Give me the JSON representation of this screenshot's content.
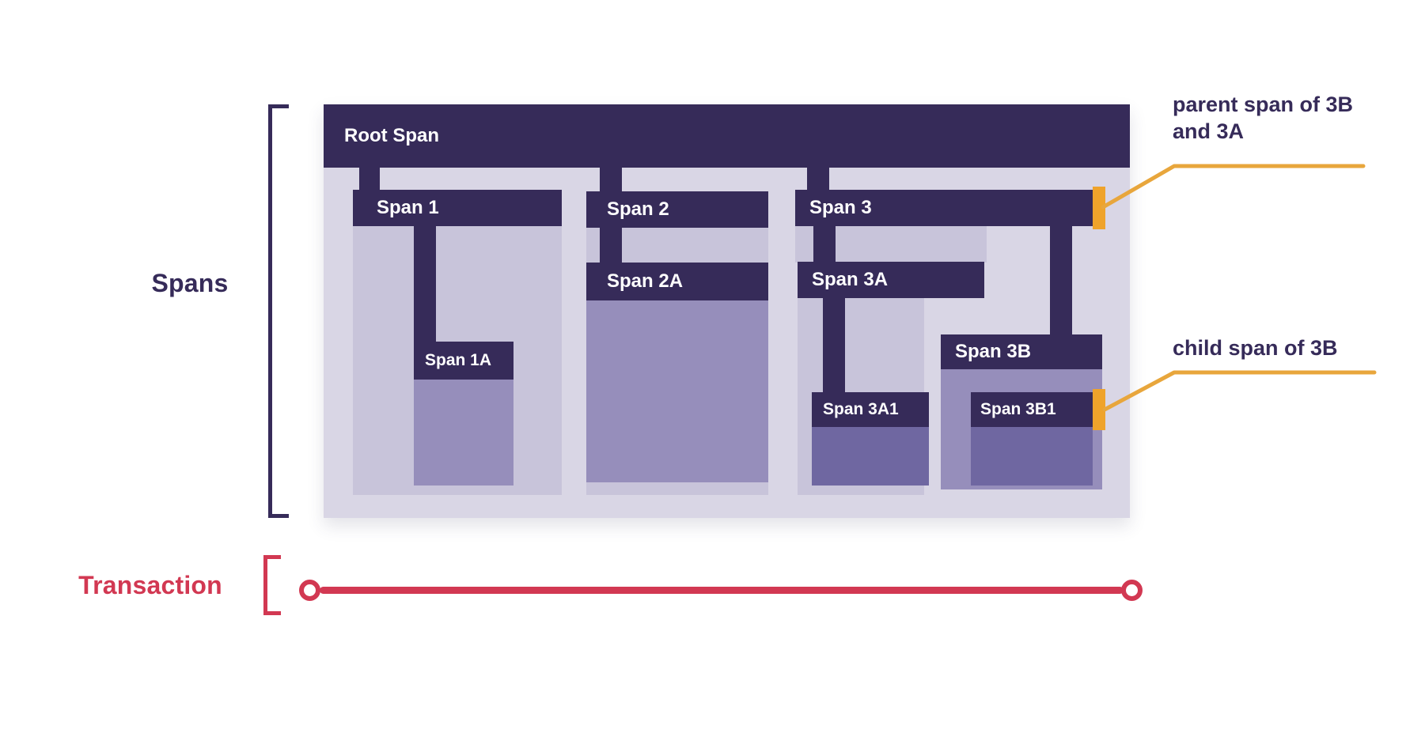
{
  "colors": {
    "dark_purple": "#362b59",
    "container_bg": "#d9d6e5",
    "body_light": "#c8c4da",
    "body_medium": "#968ebb",
    "body_dark": "#6f67a1",
    "orange": "#efa32b",
    "annotation_line": "#e8a63c",
    "red": "#d23852"
  },
  "sidebar_labels": {
    "spans": "Spans",
    "transaction": "Transaction"
  },
  "spans": {
    "root": "Root Span",
    "span1": "Span 1",
    "span1a": "Span 1A",
    "span2": "Span 2",
    "span2a": "Span 2A",
    "span3": "Span 3",
    "span3a": "Span 3A",
    "span3a1": "Span 3A1",
    "span3b": "Span 3B",
    "span3b1": "Span 3B1"
  },
  "annotations": {
    "parent_span": "parent span of 3B and 3A",
    "child_span": "child span of 3B"
  },
  "hierarchy": {
    "Root Span": [
      "Span 1",
      "Span 2",
      "Span 3"
    ],
    "Span 1": [
      "Span 1A"
    ],
    "Span 2": [
      "Span 2A"
    ],
    "Span 3": [
      "Span 3A",
      "Span 3B"
    ],
    "Span 3A": [
      "Span 3A1"
    ],
    "Span 3B": [
      "Span 3B1"
    ]
  }
}
